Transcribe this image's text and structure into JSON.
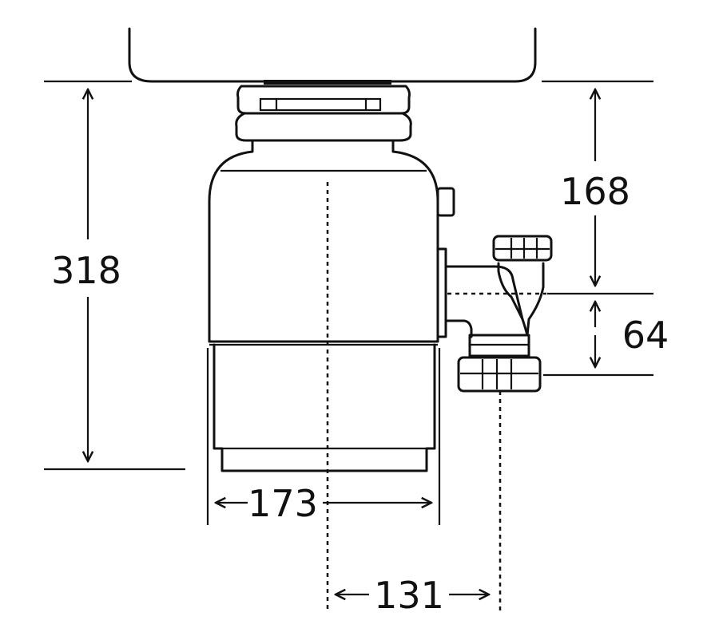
{
  "dimensions": {
    "total_height": "318",
    "sink_to_outlet": "168",
    "outlet_gap": "64",
    "body_width": "173",
    "outlet_offset": "131"
  },
  "colors": {
    "line": "#111111",
    "background": "#ffffff"
  }
}
